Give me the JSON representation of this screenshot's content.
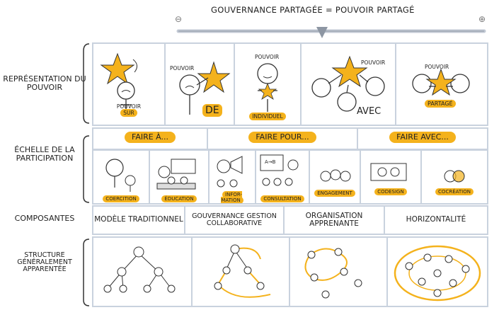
{
  "title": "GOUVERNANCE PARTAGÉE = POUVOIR PARTAGÉ",
  "scale": {
    "minus": "⊖",
    "plus": "⊕"
  },
  "rows": {
    "representation": "REPRÉSENTATION DU POUVOIR",
    "echelle": "ÉCHELLE DE LA PARTICIPATION",
    "composantes": "COMPOSANTES",
    "structure": "STRUCTURE GÉNÉRALEMENT APPARENTÉE"
  },
  "pouvoir": [
    {
      "word": "",
      "label": "POUVOIR",
      "emph": "SUR"
    },
    {
      "word": "POUVOIR",
      "label": "",
      "emph": "DE"
    },
    {
      "word": "POUVOIR",
      "label": "",
      "emph": "INDIVIDUEL"
    },
    {
      "word": "POUVOIR",
      "label": "",
      "emph": "AVEC"
    },
    {
      "word": "POUVOIR",
      "label": "",
      "emph": "PARTAGÉ"
    }
  ],
  "faire": [
    "FAIRE À...",
    "FAIRE POUR...",
    "FAIRE AVEC..."
  ],
  "participation": [
    "COERCITION",
    "ÉDUCATION",
    "INFOR-MATION",
    "CONSULTATION",
    "ENGAGEMENT",
    "CODESIGN",
    "COCRÉATION"
  ],
  "board_text": "A→B",
  "composantes": [
    "MODÈLE TRADITIONNEL",
    "GOUVERNANCE GESTION COLLABORATIVE",
    "ORGANISATION APPRENANTE",
    "HORIZONTALITÉ"
  ],
  "colors": {
    "accent": "#f4b21c",
    "grid": "#c9d2de",
    "ink": "#222222"
  }
}
